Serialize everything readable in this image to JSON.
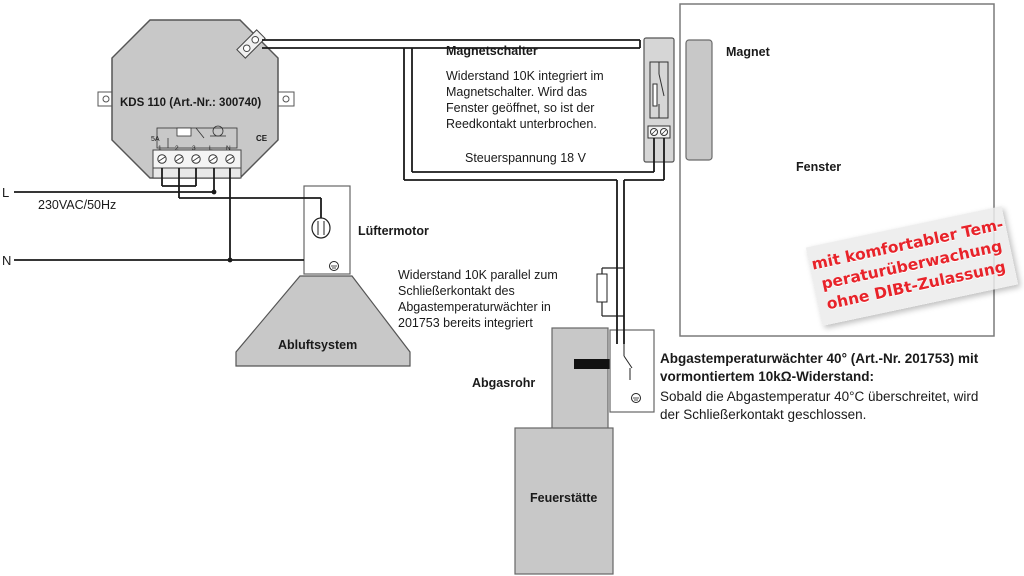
{
  "module": {
    "title": "KDS 110 (Art.-Nr.: 300740)",
    "fuse_label": "5A",
    "ce_mark": "CE",
    "terminal_numbers": [
      "1",
      "2",
      "3",
      "L",
      "N"
    ]
  },
  "labels": {
    "magnet_switch_title": "Magnetschalter",
    "magnet_switch_text": [
      "Widerstand 10K integriert im",
      "Magnetschalter. Wird das",
      "Fenster geöffnet, so ist der",
      "Reedkontakt unterbrochen."
    ],
    "control_voltage": "Steuerspannung 18 V",
    "magnet": "Magnet",
    "window": "Fenster",
    "line_l": "L",
    "line_n": "N",
    "supply": "230VAC/50Hz",
    "fan_motor": "Lüftermotor",
    "exhaust_system": "Abluftsystem",
    "resistor_note": [
      "Widerstand 10K parallel zum",
      "Schließerkontakt des",
      "Abgastemperaturwächter in",
      "201753 bereits integriert"
    ],
    "exhaust_pipe": "Abgasrohr",
    "fireplace": "Feuerstätte",
    "monitor_title": [
      "Abgastemperaturwächter 40° (Art.-Nr. 201753) mit",
      "vormontiertem 10kΩ-Widerstand:"
    ],
    "monitor_text": [
      "Sobald die Abgastemperatur 40°C überschreitet, wird",
      "der Schließerkontakt geschlossen."
    ]
  },
  "badge": {
    "lines": [
      "mit komfortabler Tem-",
      "peraturüberwachung",
      "ohne DIBt-Zulassung"
    ],
    "color": "#e8232a"
  },
  "colors": {
    "device_gray": "#c8c8c8",
    "panel_gray": "#d2d2d2",
    "wire": "#1a1a1a"
  }
}
